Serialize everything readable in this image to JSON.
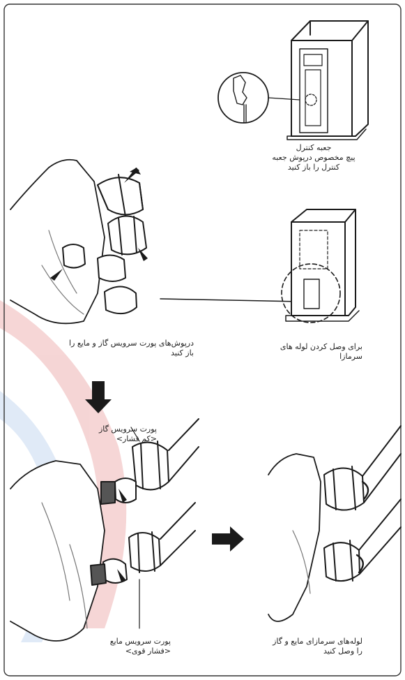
{
  "colors": {
    "watermark": "#d94a4a",
    "watermark2": "#8fb8e6",
    "ink": "#1a1a1a",
    "paper": "#ffffff"
  },
  "labels": {
    "control_box": {
      "title": "جعبه کنترل",
      "line1": "پیچ مخصوص درپوش جعبه",
      "line2": "کنترل را باز کنید"
    },
    "service_caps": {
      "line1": "درپوش‌های پورت سرویس گاز و مایع را",
      "line2": "باز کنید"
    },
    "pipe_connect": {
      "line1": "برای وصل کردن لوله های",
      "line2": "سرمازا"
    },
    "gas_port": {
      "line1": "پورت سرویس گاز",
      "line2": "<کم فشار>"
    },
    "liquid_port": {
      "line1": "پورت سرویس مایع",
      "line2": "<فشار قوی>"
    },
    "connect_pipes": {
      "line1": "لوله‌های سرمازای مایع و گاز",
      "line2": "را وصل کنید"
    }
  }
}
